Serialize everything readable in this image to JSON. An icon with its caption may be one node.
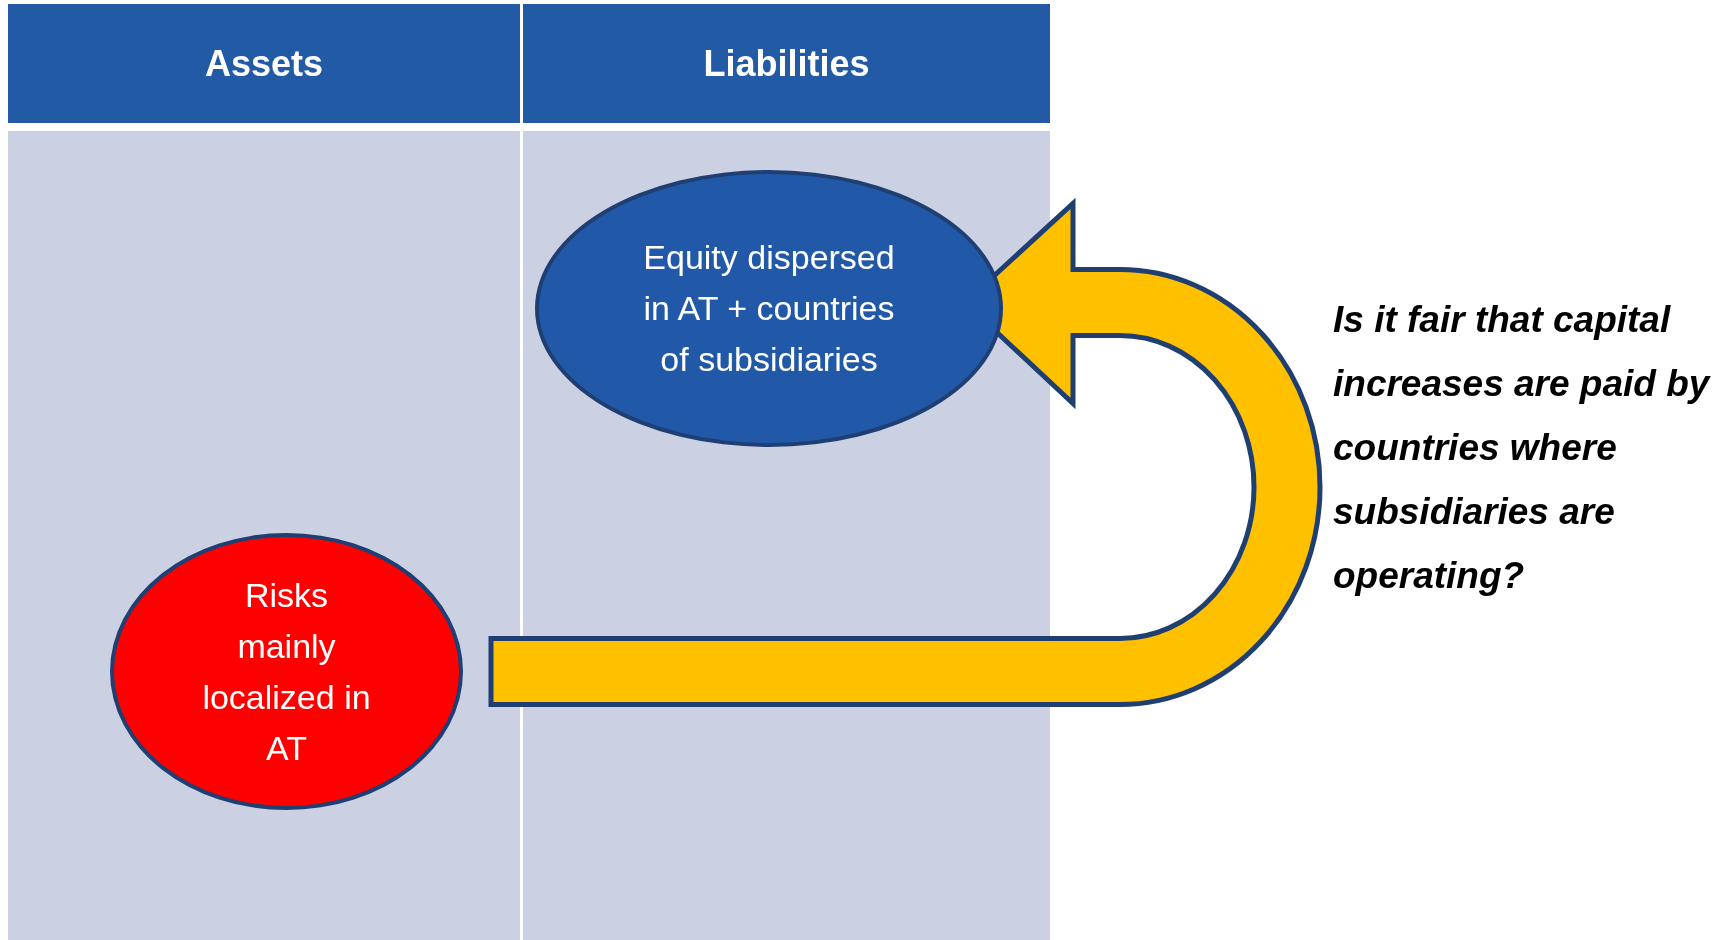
{
  "diagram": {
    "nodes": [
      {
        "text": [
          "Assets"
        ]
      },
      {
        "text": [
          "Liabilities"
        ]
      },
      {
        "text": [
          "Equity dispersed in AT + countries of subsidiaries"
        ],
        "in": 1
      },
      {
        "text": [
          "Risks mainly localized in AT"
        ],
        "in": 0
      }
    ],
    "edges": [
      {
        "from": 3,
        "to": 2,
        "arrow": "to"
      }
    ],
    "labels": [
      "Is it fair that capital increases are paid by countries where subsidiaries are operating?"
    ]
  }
}
